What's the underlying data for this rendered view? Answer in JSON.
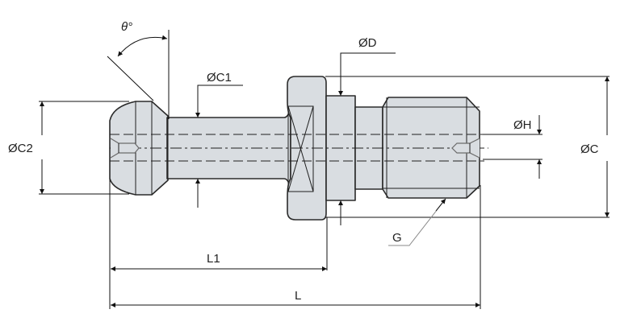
{
  "title": "Retention knob (pull stud) dimension drawing",
  "labels": {
    "theta": "θ°",
    "c1": "ØC1",
    "c2": "ØC2",
    "d": "ØD",
    "h": "ØH",
    "c": "ØC",
    "g": "G",
    "l1": "L1",
    "l": "L"
  },
  "colors": {
    "part_fill": "#d9dde1",
    "outline": "#2b2b2b",
    "dimension": "#111111"
  }
}
